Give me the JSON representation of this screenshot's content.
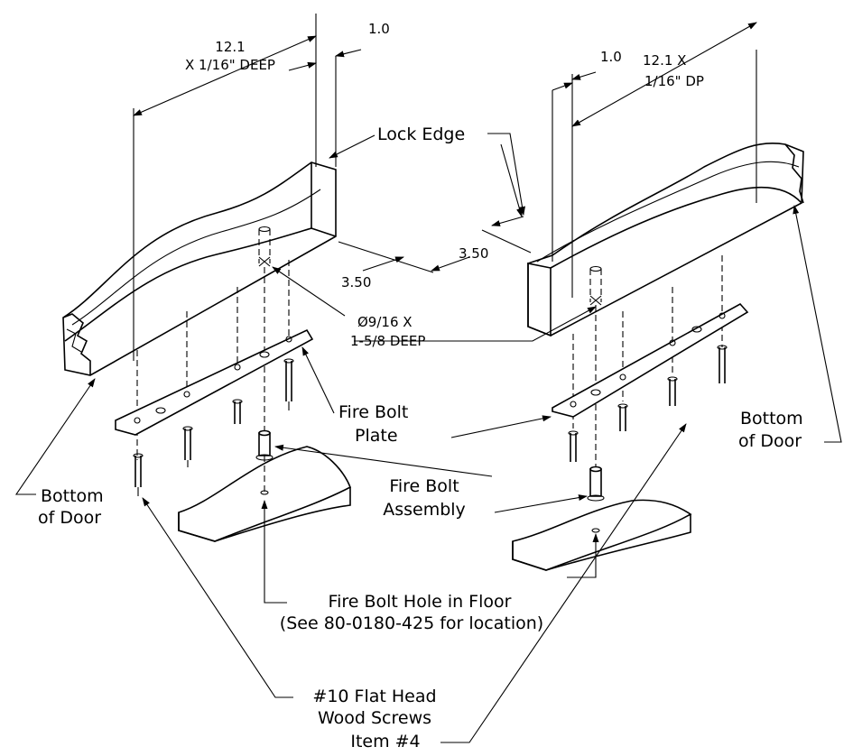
{
  "labels": {
    "lock_edge": "Lock Edge",
    "bottom_of_door": [
      "Bottom",
      "of Door"
    ],
    "fire_bolt_plate": [
      "Fire Bolt",
      "Plate"
    ],
    "fire_bolt_assembly": [
      "Fire Bolt",
      "Assembly"
    ],
    "fire_bolt_hole": [
      "Fire Bolt Hole in Floor",
      "(See 80-0180-425 for location)"
    ],
    "screws": [
      "#10 Flat Head",
      "Wood Screws",
      "Item #4"
    ]
  },
  "dimensions": {
    "left_depth": [
      "12.1",
      "X 1/16\" DEEP"
    ],
    "left_width": "1.0",
    "right_width": "1.0",
    "right_depth": [
      "12.1 X",
      "1/16\" DP"
    ],
    "left_offset": "3.50",
    "right_offset": "3.50",
    "hole": [
      "Ø9/16 X",
      "1-5/8 DEEP"
    ]
  }
}
